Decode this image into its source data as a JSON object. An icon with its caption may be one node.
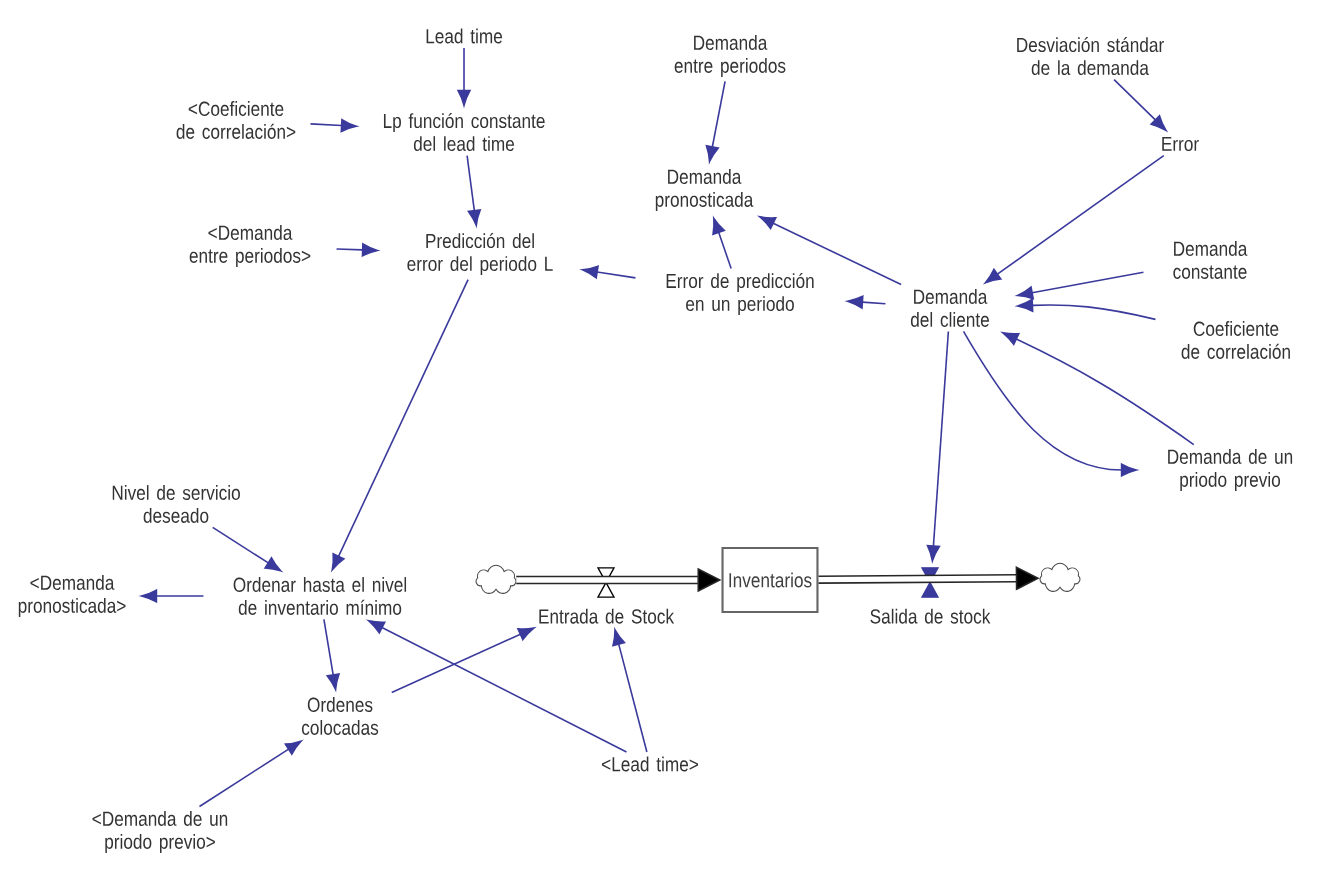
{
  "diagram": {
    "nodes": [
      {
        "text": [
          "Lead time"
        ]
      },
      {
        "text": [
          "<Coeficiente de correlación>"
        ]
      },
      {
        "text": [
          "Lp función constante del lead time"
        ]
      },
      {
        "text": [
          "<Demanda entre periodos>"
        ]
      },
      {
        "text": [
          "Predicción del error del periodo L"
        ]
      },
      {
        "text": [
          "Demanda entre periodos"
        ]
      },
      {
        "text": [
          "Demanda pronosticada"
        ]
      },
      {
        "text": [
          "Error de predicción en un periodo"
        ]
      },
      {
        "text": [
          "Desviación stándar de la demanda"
        ]
      },
      {
        "text": [
          "Error"
        ]
      },
      {
        "text": [
          "Demanda del cliente"
        ]
      },
      {
        "text": [
          "Demanda constante"
        ]
      },
      {
        "text": [
          "Coeficiente de correlación"
        ]
      },
      {
        "text": [
          "Demanda de un priodo previo"
        ]
      },
      {
        "text": [
          "Nivel de servicio deseado"
        ]
      },
      {
        "text": [
          "<Demanda pronosticada>"
        ]
      },
      {
        "text": [
          "Ordenar hasta el nivel de inventario mínimo"
        ]
      },
      {
        "text": [
          "Inventarios"
        ]
      },
      {
        "text": [
          "Entrada de Stock"
        ]
      },
      {
        "text": [
          "Salida de stock"
        ]
      },
      {
        "text": [],
        "shape": "cloud"
      },
      {
        "text": [],
        "shape": "cloud"
      },
      {
        "text": [
          "Ordenes colocadas"
        ]
      },
      {
        "text": [
          "<Lead time>"
        ]
      },
      {
        "text": [
          "<Demanda de un priodo previo>"
        ]
      }
    ],
    "edges": [
      {
        "from": 0,
        "to": 2,
        "arrow": "to"
      },
      {
        "from": 1,
        "to": 2,
        "arrow": "to"
      },
      {
        "from": 2,
        "to": 4,
        "arrow": "to"
      },
      {
        "from": 3,
        "to": 4,
        "arrow": "to"
      },
      {
        "from": 7,
        "to": 4,
        "arrow": "to"
      },
      {
        "from": 5,
        "to": 6,
        "arrow": "to"
      },
      {
        "from": 10,
        "to": 6,
        "arrow": "to"
      },
      {
        "from": 7,
        "to": 6,
        "arrow": "to"
      },
      {
        "from": 10,
        "to": 7,
        "arrow": "to"
      },
      {
        "from": 8,
        "to": 9,
        "arrow": "to"
      },
      {
        "from": 9,
        "to": 10,
        "arrow": "to"
      },
      {
        "from": 11,
        "to": 10,
        "arrow": "to"
      },
      {
        "from": 12,
        "to": 10,
        "arrow": "to"
      },
      {
        "from": 13,
        "to": 10,
        "arrow": "to"
      },
      {
        "from": 10,
        "to": 13,
        "arrow": "to"
      },
      {
        "from": 10,
        "to": 19,
        "arrow": "to"
      },
      {
        "from": 4,
        "to": 16,
        "arrow": "to"
      },
      {
        "from": 14,
        "to": 16,
        "arrow": "to"
      },
      {
        "from": 16,
        "to": 15,
        "arrow": "to"
      },
      {
        "from": 16,
        "to": 22,
        "arrow": "to"
      },
      {
        "from": 22,
        "to": 18,
        "arrow": "to"
      },
      {
        "from": 23,
        "to": 16,
        "arrow": "to"
      },
      {
        "from": 23,
        "to": 18,
        "arrow": "to"
      },
      {
        "from": 24,
        "to": 22,
        "arrow": "to"
      },
      {
        "from": 20,
        "to": 17,
        "arrow": "to",
        "style": "thick",
        "color": "#000000"
      },
      {
        "from": 17,
        "to": 21,
        "arrow": "to",
        "style": "thick",
        "color": "#000000"
      }
    ]
  }
}
